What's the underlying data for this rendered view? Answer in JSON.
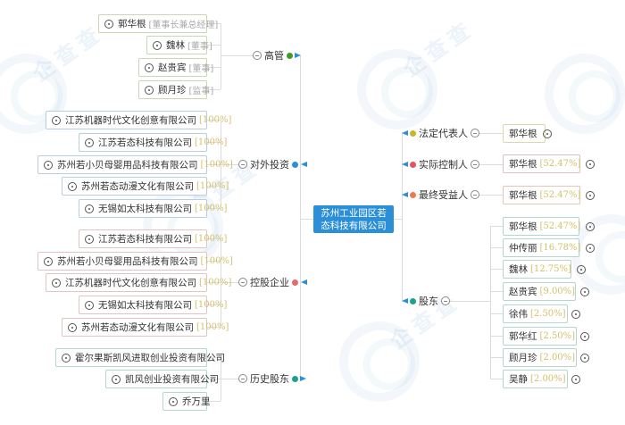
{
  "root": {
    "name": "苏州工业园区若态科技有限公司"
  },
  "colors": {
    "root_bg": "#2b8fd8",
    "percent": "#d4c06a",
    "dot_executives": "#3e9a2a",
    "dot_investments": "#2b8fd8",
    "dot_holdings": "#e36b6b",
    "dot_history": "#1ba28e",
    "dot_legal_rep": "#c9b52a",
    "dot_controller": "#e25563",
    "dot_beneficiary": "#ec7b4e",
    "dot_shareholders": "#1ba28e"
  },
  "left": {
    "executives": {
      "label": "高管",
      "items": [
        {
          "name": "郭华根",
          "role": "[董事长兼总经理]"
        },
        {
          "name": "魏林",
          "role": "[董事]"
        },
        {
          "name": "赵贵宾",
          "role": "[董事]"
        },
        {
          "name": "顾月珍",
          "role": "[监事]"
        }
      ]
    },
    "investments": {
      "label": "对外投资",
      "items": [
        {
          "name": "江苏机器时代文化创意有限公司",
          "pct": "[100%]"
        },
        {
          "name": "江苏若态科技有限公司",
          "pct": "[100%]"
        },
        {
          "name": "苏州若小贝母婴用品科技有限公司",
          "pct": "[100%]"
        },
        {
          "name": "苏州若态动漫文化有限公司",
          "pct": "[100%]"
        },
        {
          "name": "无锡如太科技有限公司",
          "pct": "[100%]"
        }
      ]
    },
    "holdings": {
      "label": "控股企业",
      "items": [
        {
          "name": "江苏若态科技有限公司",
          "pct": "[100%]"
        },
        {
          "name": "苏州若小贝母婴用品科技有限公司",
          "pct": "[100%]"
        },
        {
          "name": "江苏机器时代文化创意有限公司",
          "pct": "[100%]"
        },
        {
          "name": "无锡如太科技有限公司",
          "pct": "[100%]"
        },
        {
          "name": "苏州若态动漫文化有限公司",
          "pct": "[100%]"
        }
      ]
    },
    "history_shareholders": {
      "label": "历史股东",
      "items": [
        {
          "name": "霍尔果斯凯风进取创业投资有限公司"
        },
        {
          "name": "凯风创业投资有限公司"
        },
        {
          "name": "乔万里"
        }
      ]
    }
  },
  "right": {
    "legal_rep": {
      "label": "法定代表人",
      "items": [
        {
          "name": "郭华根"
        }
      ]
    },
    "actual_controller": {
      "label": "实际控制人",
      "items": [
        {
          "name": "郭华根",
          "pct": "[52.47%]"
        }
      ]
    },
    "ultimate_beneficiary": {
      "label": "最终受益人",
      "items": [
        {
          "name": "郭华根",
          "pct": "[52.47%]"
        }
      ]
    },
    "shareholders": {
      "label": "股东",
      "items": [
        {
          "name": "郭华根",
          "pct": "[52.47%]"
        },
        {
          "name": "仲传丽",
          "pct": "[16.78%]"
        },
        {
          "name": "魏林",
          "pct": "[12.75%]"
        },
        {
          "name": "赵贵宾",
          "pct": "[9.00%]"
        },
        {
          "name": "徐伟",
          "pct": "[2.50%]"
        },
        {
          "name": "郭华红",
          "pct": "[2.50%]"
        },
        {
          "name": "顾月珍",
          "pct": "[2.00%]"
        },
        {
          "name": "吴静",
          "pct": "[2.00%]"
        }
      ]
    }
  }
}
